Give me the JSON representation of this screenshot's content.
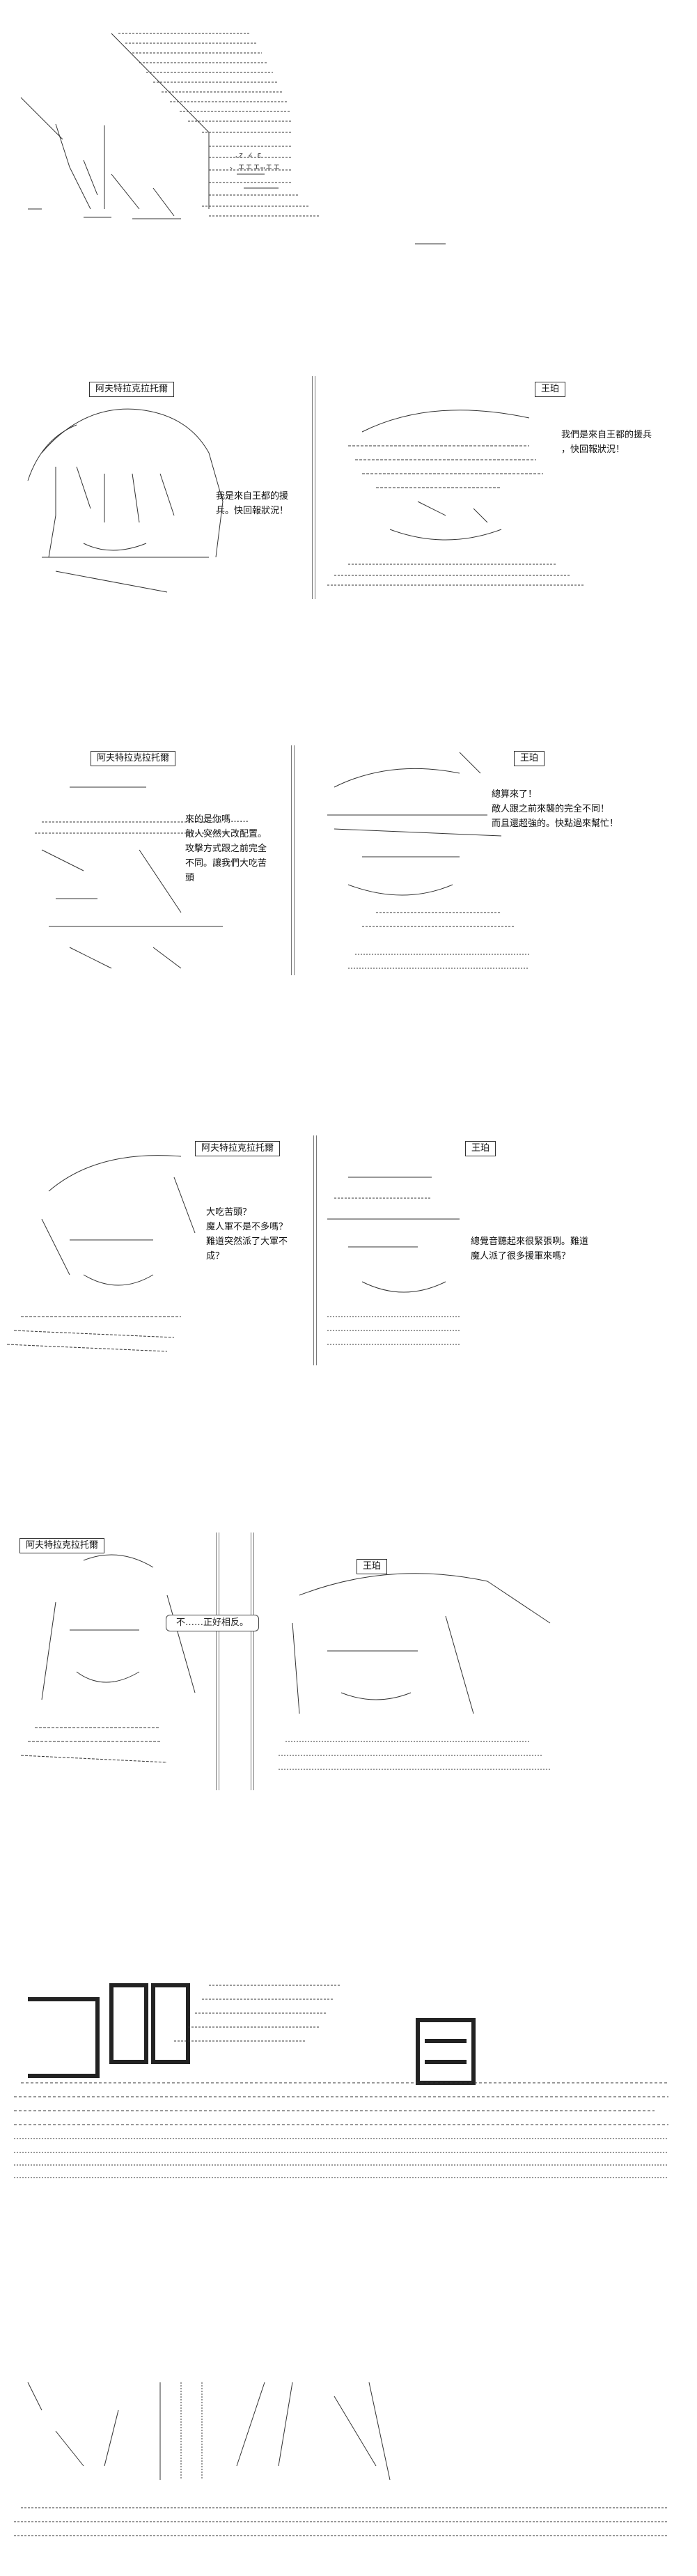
{
  "characters": {
    "aftr": "阿夫特拉克拉托爾",
    "wang": "王珀"
  },
  "panel2": {
    "left_lines": [
      "我是來自王都的援",
      "兵。快回報狀況！"
    ],
    "right_lines": [
      "我們是來自王都的援兵",
      "，快回報狀況！"
    ]
  },
  "panel3": {
    "left_lines": [
      "來的是你嗎……",
      "敵人突然大改配置。",
      "攻擊方式跟之前完全",
      "不同。讓我們大吃苦",
      "頭"
    ],
    "right_lines": [
      "總算來了！",
      "敵人跟之前來襲的完全不同！",
      "而且還超強的。快點過來幫忙！"
    ]
  },
  "panel4": {
    "left_lines": [
      "大吃苦頭？",
      "魔人軍不是不多嗎？",
      "難道突然派了大軍不",
      "成？"
    ],
    "right_lines": [
      "總覺音聽起來很緊張咧。難道",
      "魔人派了很多援軍來嗎？"
    ]
  },
  "panel5": {
    "speech": "不……正好相反。"
  }
}
